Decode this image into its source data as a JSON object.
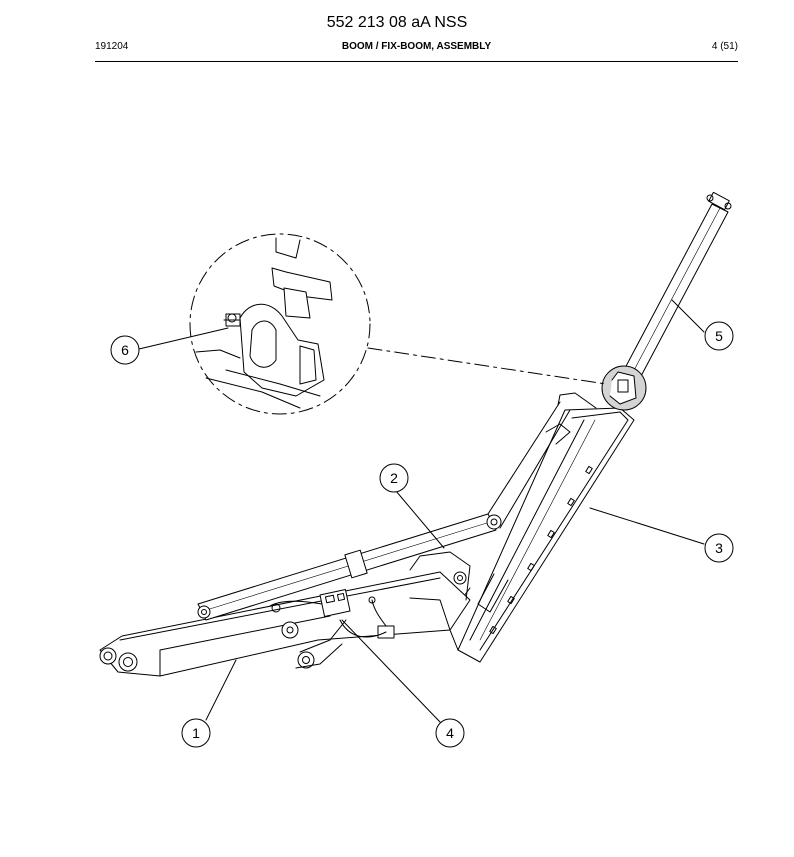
{
  "header": {
    "doc_number": "552 213 08 aA NSS",
    "date_code": "191204",
    "title": "BOOM / FIX-BOOM, ASSEMBLY",
    "page": "4 (51)"
  },
  "callouts": [
    {
      "id": "1",
      "label": "1"
    },
    {
      "id": "2",
      "label": "2"
    },
    {
      "id": "3",
      "label": "3"
    },
    {
      "id": "4",
      "label": "4"
    },
    {
      "id": "5",
      "label": "5"
    },
    {
      "id": "6",
      "label": "6"
    }
  ]
}
